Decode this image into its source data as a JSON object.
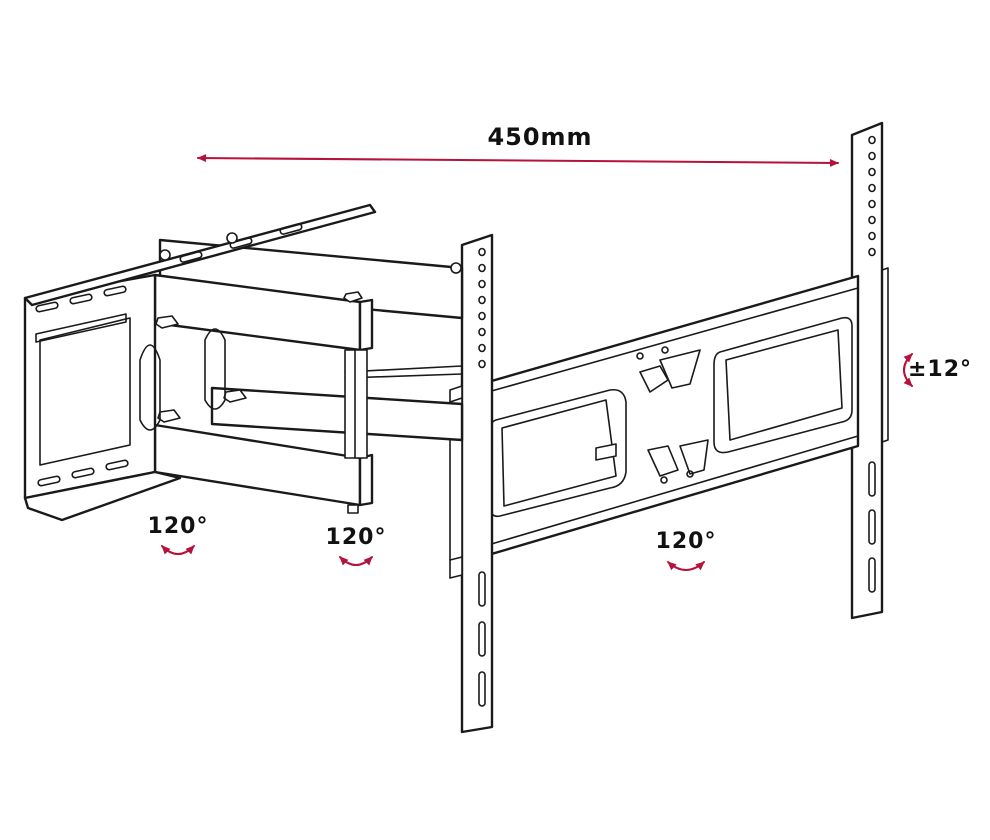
{
  "diagram": {
    "dimension_label": "450mm",
    "rotation_labels": [
      "120°",
      "120°",
      "120°"
    ],
    "tilt_label": "±12°"
  },
  "colors": {
    "accent": "#b5123c",
    "line": "#1a1a1a",
    "background": "#ffffff"
  }
}
